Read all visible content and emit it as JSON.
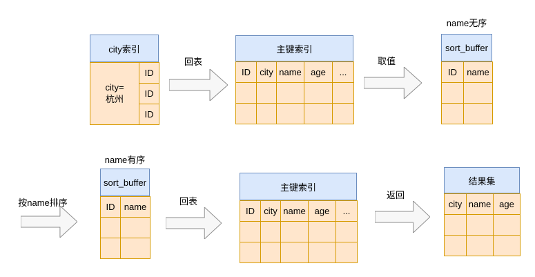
{
  "colors": {
    "header_fill": "#dae8fc",
    "header_stroke": "#6c8ebf",
    "cell_fill": "#ffe6cc",
    "cell_stroke": "#d79b00",
    "arrow_fill": "#f7f7f7",
    "arrow_stroke": "#8c8c8c",
    "text": "#000000"
  },
  "top_row": {
    "city_index": {
      "title": "city索引",
      "key_cell": "city=\n杭州",
      "id_cells": [
        "ID",
        "ID",
        "ID"
      ]
    },
    "arrow_back": {
      "label": "回表"
    },
    "primary_index": {
      "title": "主键索引",
      "columns": [
        "ID",
        "city",
        "name",
        "age",
        "..."
      ],
      "empty_rows": 2
    },
    "arrow_fetch": {
      "label": "取值"
    },
    "sort_buffer": {
      "note": "name无序",
      "title": "sort_buffer",
      "columns": [
        "ID",
        "name"
      ],
      "empty_rows": 2
    }
  },
  "bottom_row": {
    "arrow_sort": {
      "label": "按name排序"
    },
    "sort_buffer": {
      "note": "name有序",
      "title": "sort_buffer",
      "columns": [
        "ID",
        "name"
      ],
      "empty_rows": 2
    },
    "arrow_back": {
      "label": "回表"
    },
    "primary_index": {
      "title": "主键索引",
      "columns": [
        "ID",
        "city",
        "name",
        "age",
        "..."
      ],
      "empty_rows": 2
    },
    "arrow_return": {
      "label": "返回"
    },
    "result_set": {
      "title": "结果集",
      "columns": [
        "city",
        "name",
        "age"
      ],
      "empty_rows": 2
    }
  }
}
